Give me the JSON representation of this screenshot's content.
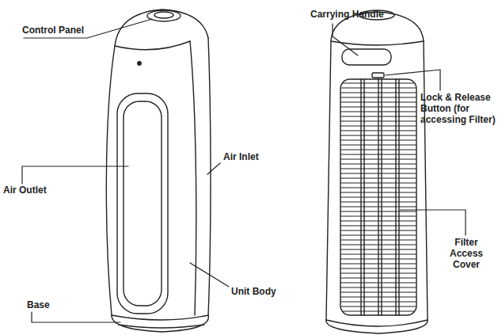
{
  "diagram": {
    "labels": [
      "Control Panel",
      "Air Outlet",
      "Air Inlet",
      "Unit Body",
      "Base",
      "Carrying Handle",
      "Lock & Release Button (for accessing Filter)",
      "Filter Access Cover"
    ]
  }
}
